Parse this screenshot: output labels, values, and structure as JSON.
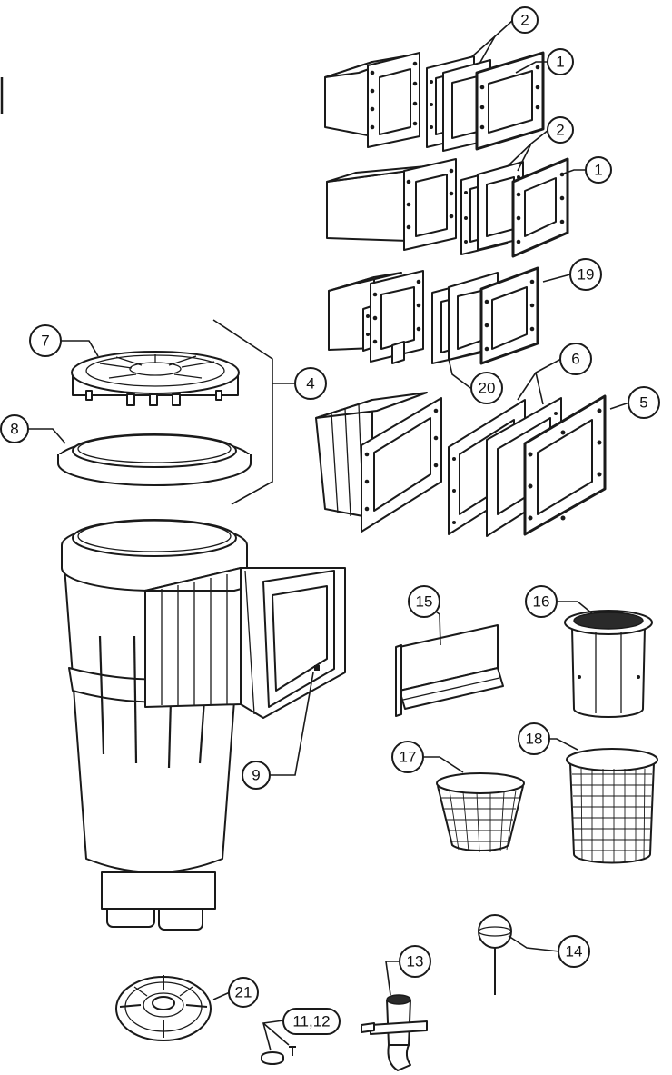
{
  "diagram": {
    "callouts": [
      {
        "id": "c1a",
        "label": "1"
      },
      {
        "id": "c2a",
        "label": "2"
      },
      {
        "id": "c2b",
        "label": "2"
      },
      {
        "id": "c1b",
        "label": "1"
      },
      {
        "id": "c19",
        "label": "19"
      },
      {
        "id": "c20",
        "label": "20"
      },
      {
        "id": "c4",
        "label": "4"
      },
      {
        "id": "c7",
        "label": "7"
      },
      {
        "id": "c8",
        "label": "8"
      },
      {
        "id": "c6",
        "label": "6"
      },
      {
        "id": "c5",
        "label": "5"
      },
      {
        "id": "c15",
        "label": "15"
      },
      {
        "id": "c16",
        "label": "16"
      },
      {
        "id": "c17",
        "label": "17"
      },
      {
        "id": "c18",
        "label": "18"
      },
      {
        "id": "c9",
        "label": "9"
      },
      {
        "id": "c14",
        "label": "14"
      },
      {
        "id": "c13",
        "label": "13"
      },
      {
        "id": "c21",
        "label": "21"
      },
      {
        "id": "c11-12",
        "label": "11,12"
      }
    ]
  }
}
